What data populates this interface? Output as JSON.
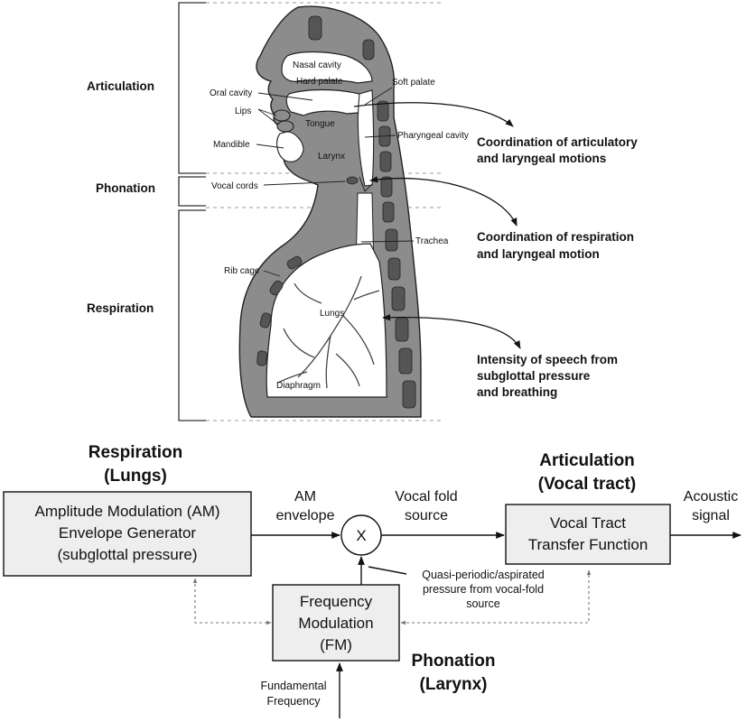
{
  "anatomy": {
    "stages": [
      "Articulation",
      "Phonation",
      "Respiration"
    ],
    "labels": {
      "nasal_cavity": "Nasal cavity",
      "hard_palate": "Hard palate",
      "soft_palate": "Soft palate",
      "oral_cavity": "Oral cavity",
      "lips": "Lips",
      "tongue": "Tongue",
      "pharyngeal_cavity": "Pharyngeal cavity",
      "mandible": "Mandible",
      "larynx": "Larynx",
      "vocal_cords": "Vocal cords",
      "trachea": "Trachea",
      "rib_cage": "Rib cage",
      "lungs": "Lungs",
      "diaphragm": "Diaphragm"
    },
    "coordination": {
      "articulatory": [
        "Coordination of articulatory",
        "and laryngeal motions"
      ],
      "respiration": [
        "Coordination of respiration",
        "and laryngeal motion"
      ],
      "intensity": [
        "Intensity of speech from",
        "subglottal pressure",
        "and breathing"
      ]
    }
  },
  "model": {
    "respiration_header": [
      "Respiration",
      "(Lungs)"
    ],
    "articulation_header": [
      "Articulation",
      "(Vocal tract)"
    ],
    "phonation_header": [
      "Phonation",
      "(Larynx)"
    ],
    "am_block": [
      "Amplitude Modulation (AM)",
      "Envelope Generator",
      "(subglottal pressure)"
    ],
    "multiplier": "X",
    "fm_block": [
      "Frequency",
      "Modulation",
      "(FM)"
    ],
    "vt_block": [
      "Vocal Tract",
      "Transfer Function"
    ],
    "am_envelope": [
      "AM",
      "envelope"
    ],
    "vocal_fold_source": [
      "Vocal fold",
      "source"
    ],
    "acoustic_signal": [
      "Acoustic",
      "signal"
    ],
    "quasi_periodic": [
      "Quasi-periodic/aspirated",
      "pressure from vocal-fold",
      "source"
    ],
    "fundamental_frequency": [
      "Fundamental",
      "Frequency"
    ]
  }
}
